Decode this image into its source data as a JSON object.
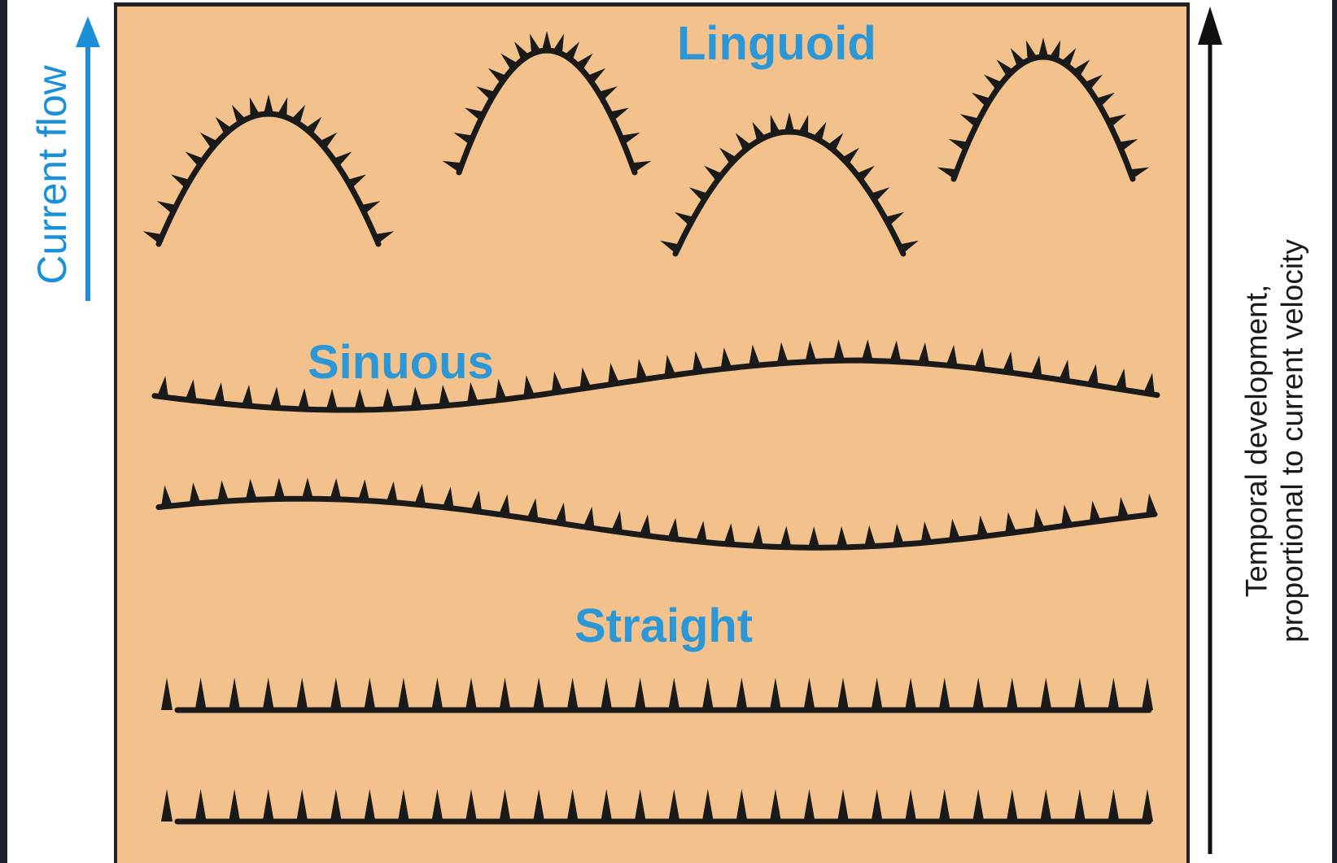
{
  "labels": {
    "current_flow": "Current flow",
    "temporal_line1": "Temporal development,",
    "temporal_line2": "proportional to current velocity",
    "linguoid": "Linguoid",
    "sinuous": "Sinuous",
    "straight": "Straight"
  },
  "colors": {
    "background": "#f3c28c",
    "flow_arrow": "#1b8fd8",
    "label": "#2b97d6",
    "crest": "#1a1a1a"
  }
}
